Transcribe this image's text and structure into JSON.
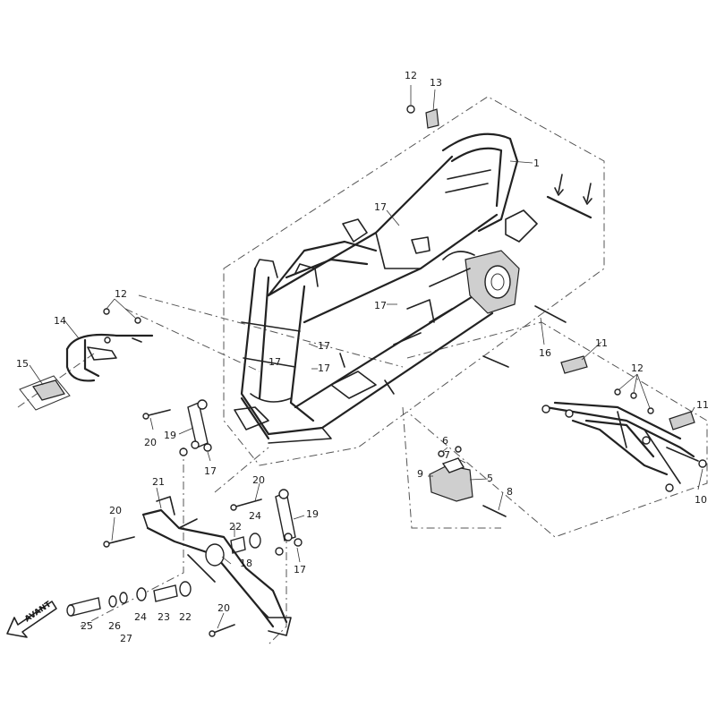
{
  "diagram": {
    "direction_label": "AVANT",
    "callouts": {
      "c1": "1",
      "c5": "5",
      "c6": "6",
      "c7": "7",
      "c8": "8",
      "c9": "9",
      "c10": "10",
      "c11a": "11",
      "c11b": "11",
      "c12a": "12",
      "c12b": "12",
      "c12c": "12",
      "c13": "13",
      "c14": "14",
      "c15": "15",
      "c16": "16",
      "c17a": "17",
      "c17b": "17",
      "c17c": "17",
      "c17d": "17",
      "c17e": "17",
      "c17f": "17",
      "c18": "18",
      "c19a": "19",
      "c19b": "19",
      "c20a": "20",
      "c20b": "20",
      "c20c": "20",
      "c20d": "20",
      "c21": "21",
      "c22a": "22",
      "c22b": "22",
      "c23": "23",
      "c24a": "24",
      "c24b": "24",
      "c25": "25",
      "c26": "26",
      "c27": "27"
    }
  }
}
